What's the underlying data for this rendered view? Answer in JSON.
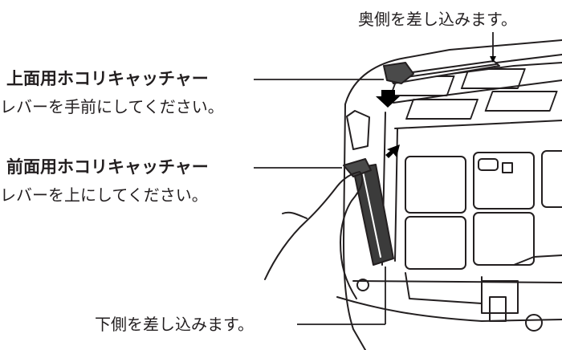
{
  "callouts": {
    "back_insert": "奥側を差し込みます。",
    "top_catcher_title": "上面用ホコリキャッチャー",
    "top_catcher_instruction": "レバーを手前にしてください。",
    "front_catcher_title": "前面用ホコリキャッチャー",
    "front_catcher_instruction": "レバーを上にしてください。",
    "bottom_insert": "下側を差し込みます。"
  }
}
